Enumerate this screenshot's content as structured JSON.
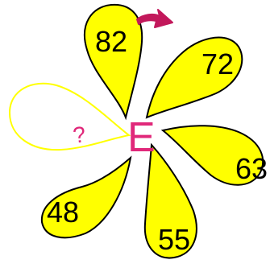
{
  "puzzle": {
    "center_letter": "E",
    "unknown_label": "?",
    "petals": [
      {
        "id": "top",
        "value": "82"
      },
      {
        "id": "upper-right",
        "value": "72"
      },
      {
        "id": "right",
        "value": "63"
      },
      {
        "id": "bottom",
        "value": "55"
      },
      {
        "id": "lower-left",
        "value": "48"
      }
    ],
    "arrow_direction": "clockwise"
  },
  "colors": {
    "petal_fill": "#ffff00",
    "petal_stroke": "#000000",
    "unknown_stroke": "#ffff00",
    "accent": "#e0287a",
    "arrow": "#c2185b"
  }
}
